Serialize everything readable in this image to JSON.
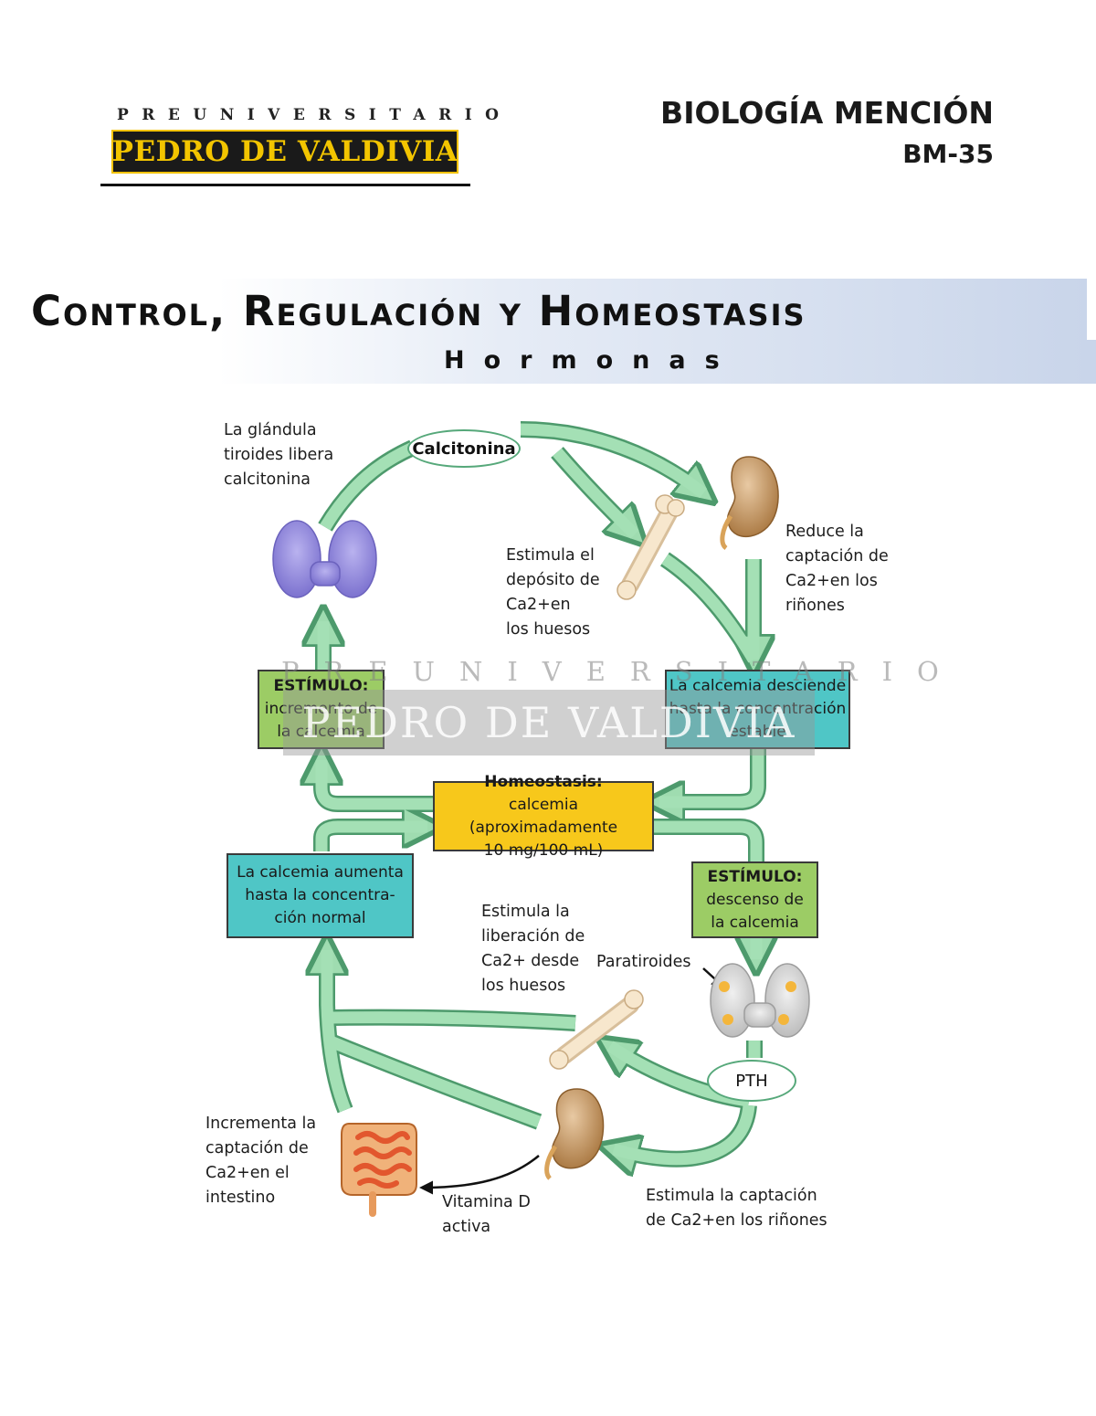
{
  "header": {
    "logo_top": "PREUNIVERSITARIO",
    "logo_main": "PEDRO DE VALDIVIA",
    "subject": "BIOLOGÍA MENCIÓN",
    "code": "BM-35"
  },
  "title": {
    "main": "Control, Regulación y Homeostasis",
    "sub": "Hormonas"
  },
  "diagram": {
    "thyroid_label": [
      "La glándula",
      "tiroides libera",
      "calcitonina"
    ],
    "calcitonina": "Calcitonina",
    "bone_deposit_label": [
      "Estimula el",
      "depósito de",
      "Ca2+en",
      "los huesos"
    ],
    "kidney_reduce_label": [
      "Reduce la",
      "captación de",
      "Ca2+en los",
      "riñones"
    ],
    "stim_increase_box": [
      "ESTÍMULO:",
      "incremento de",
      "la calcemia"
    ],
    "calcemia_desc_box": [
      "La calcemia desciende",
      "hasta la concentración",
      "estable"
    ],
    "homeostasis_box": [
      "Homeostasis:",
      "calcemia (aproximadamente",
      "10 mg/100 mL)"
    ],
    "calcemia_inc_box": [
      "La calcemia aumenta",
      "hasta la concentra-",
      "ción normal"
    ],
    "stim_decrease_box": [
      "ESTÍMULO:",
      "descenso de",
      "la calcemia"
    ],
    "bone_release_label": [
      "Estimula la",
      "liberación de",
      "Ca2+ desde",
      "los huesos"
    ],
    "paratiroides": "Paratiroides",
    "pth": "PTH",
    "intestine_label": [
      "Incrementa la",
      "captación de",
      "Ca2+en el",
      "intestino"
    ],
    "vitd_label": [
      "Vitamina D",
      "activa"
    ],
    "kidney_capture_label": [
      "Estimula la captación",
      "de Ca2+en los riñones"
    ]
  },
  "watermark": {
    "top": "PREUNIVERSITARIO",
    "main": "PEDRO DE VALDIVIA"
  },
  "colors": {
    "arrow_fill": "#9fdcb0",
    "arrow_stroke": "#4d9a6c",
    "stim_box": "#9ccc65",
    "result_box": "#4fc6c6",
    "homeostasis_box": "#f7c81b",
    "logo_text": "#f3c500"
  }
}
